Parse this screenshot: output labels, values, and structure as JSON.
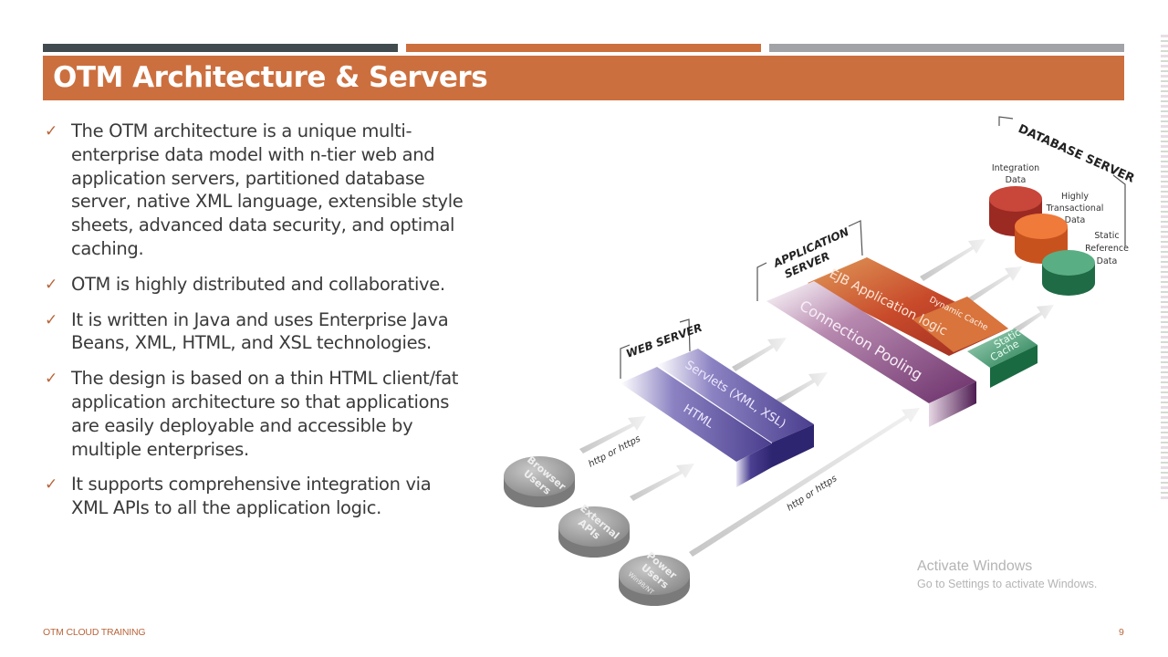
{
  "slide": {
    "title": "OTM Architecture & Servers",
    "footer_label": "OTM CLOUD TRAINING",
    "page_number": "9",
    "colors": {
      "accent_orange": "#cc6f3e",
      "bar_dark": "#414b4f",
      "bar_gray": "#a2a3a7",
      "text": "#3a3a3a"
    }
  },
  "bullets": [
    {
      "icon": "checkmark-icon",
      "glyph": "✓",
      "text": "The OTM architecture is a unique multi-enterprise data model with n-tier web and application servers, partitioned database server, native XML language, extensible style sheets, advanced data security, and optimal caching."
    },
    {
      "icon": "checkmark-icon",
      "glyph": "✓",
      "text": "OTM is highly distributed and collaborative."
    },
    {
      "icon": "checkmark-icon",
      "glyph": "✓",
      "text": "It is written in Java and uses Enterprise Java Beans, XML, HTML, and XSL technologies."
    },
    {
      "icon": "checkmark-icon",
      "glyph": "✓",
      "text": "The design is based on a thin HTML client/fat application architecture so that applications are easily deployable and accessible by multiple enterprises."
    },
    {
      "icon": "checkmark-icon",
      "glyph": "✓",
      "text": "It supports comprehensive integration via XML APIs to all the application logic."
    }
  ],
  "diagram": {
    "database_server": {
      "label": "DATABASE SERVER",
      "stores": [
        {
          "label_line1": "Integration",
          "label_line2": "Data",
          "label_line3": "",
          "color": "#b8362a"
        },
        {
          "label_line1": "Highly",
          "label_line2": "Transactional",
          "label_line3": "Data",
          "color": "#e0662a"
        },
        {
          "label_line1": "Static",
          "label_line2": "Reference",
          "label_line3": "Data",
          "color": "#2e8a5c"
        }
      ]
    },
    "application_server": {
      "label_line1": "APPLICATION",
      "label_line2": "SERVER",
      "ejb_label": "EJB Application logic",
      "dynamic_cache_label": "Dynamic Cache",
      "connection_pooling_label": "Connection Pooling",
      "static_cache_line1": "Static",
      "static_cache_line2": "Cache"
    },
    "web_server": {
      "label": "WEB SERVER",
      "servlets_label": "Servlets (XML, XSL)",
      "html_label": "HTML"
    },
    "clients": [
      {
        "line1": "Browser",
        "line2": "Users",
        "line3": ""
      },
      {
        "line1": "External",
        "line2": "APIs",
        "line3": ""
      },
      {
        "line1": "Power",
        "line2": "Users",
        "line3": "Win98/NT"
      }
    ],
    "protocol_labels": [
      "http or https",
      "http or https"
    ]
  },
  "watermark": {
    "line1": "Activate Windows",
    "line2": "Go to Settings to activate Windows."
  }
}
